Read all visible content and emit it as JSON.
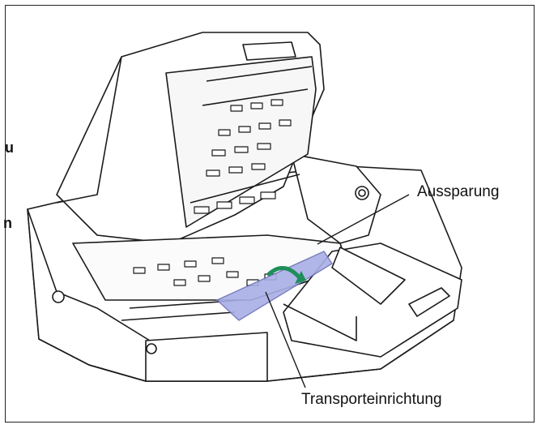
{
  "labels": {
    "recess": "Aussparung",
    "transport": "Transporteinrichtung"
  },
  "clipped_text": {
    "line1": "u",
    "line2": "n"
  },
  "colors": {
    "outline": "#1a1a1a",
    "highlight_fill": "#a9afe6",
    "arrow": "#1f8f5a",
    "frame": "#222222"
  }
}
